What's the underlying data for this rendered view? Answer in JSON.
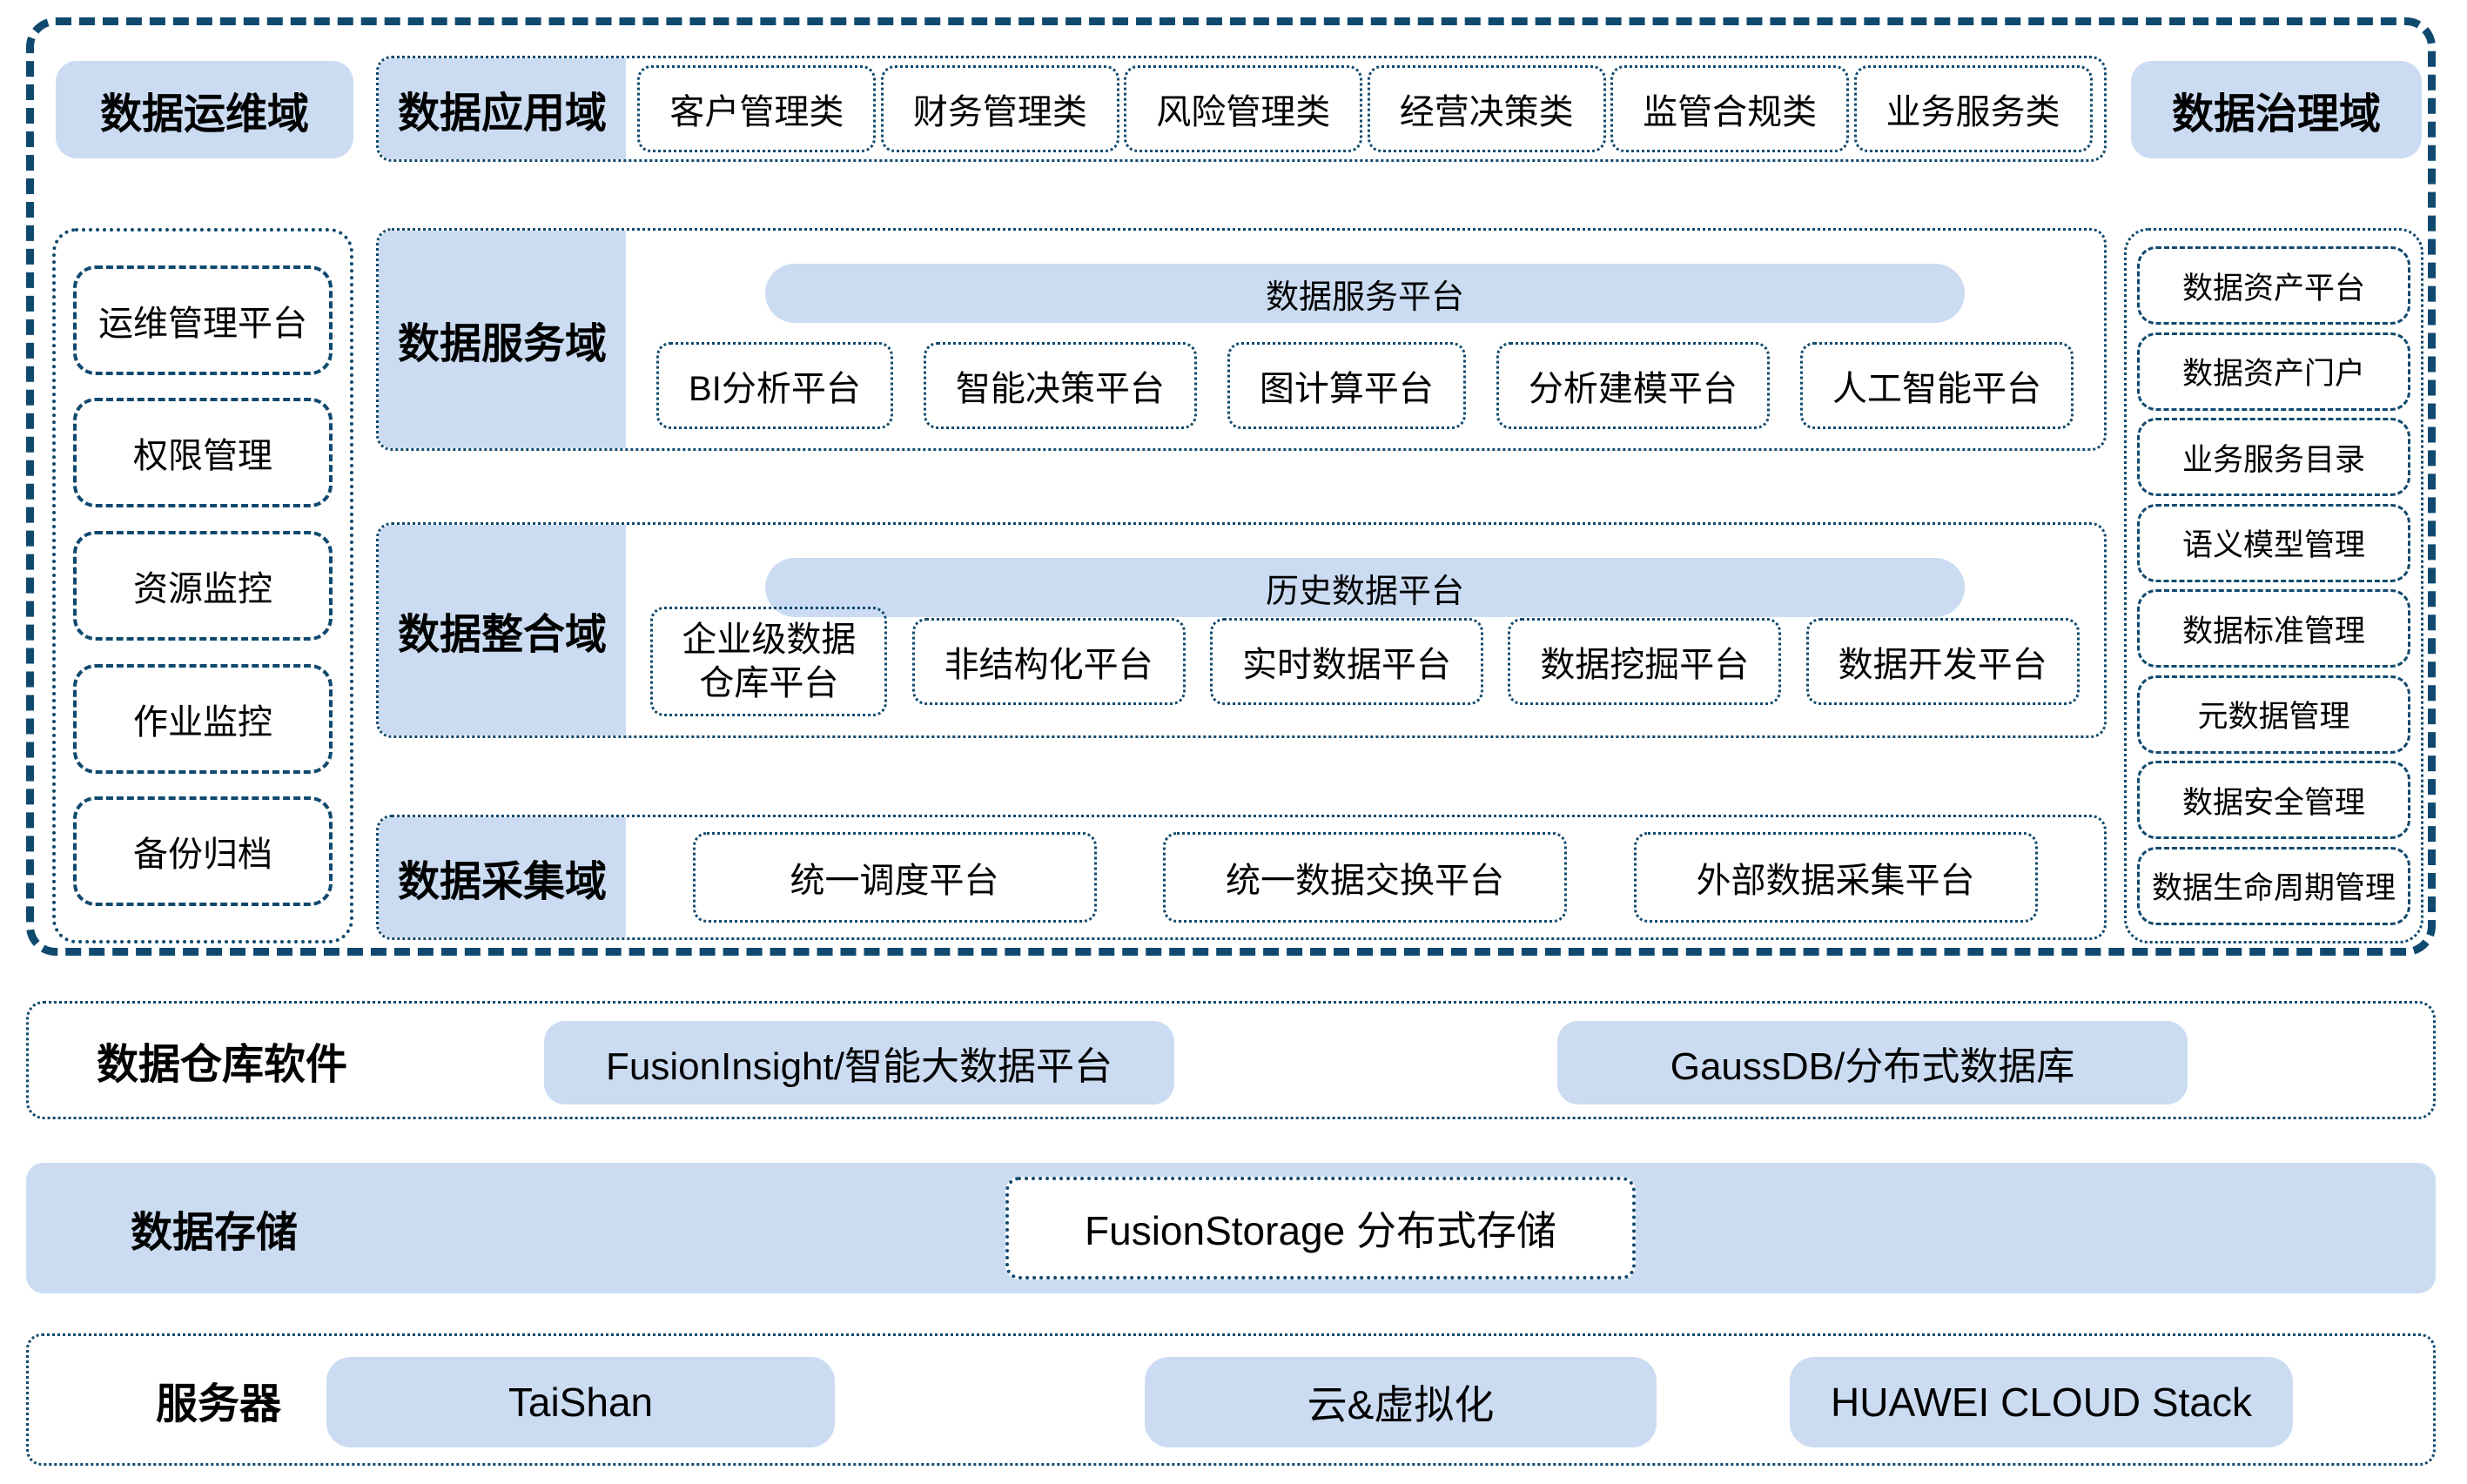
{
  "palette": {
    "fill_blue": "#CBDCF2",
    "border_navy": "#10496E",
    "text": "#000000"
  },
  "top_row": {
    "ops_domain_label": "数据运维域",
    "app_domain_label": "数据应用域",
    "app_chips": [
      "客户管理类",
      "财务管理类",
      "风险管理类",
      "经营决策类",
      "监管合规类",
      "业务服务类"
    ],
    "governance_domain_label": "数据治理域"
  },
  "left_column": {
    "items": [
      "运维管理平台",
      "权限管理",
      "资源监控",
      "作业监控",
      "备份归档"
    ]
  },
  "right_column": {
    "items": [
      "数据资产平台",
      "数据资产门户",
      "业务服务目录",
      "语义模型管理",
      "数据标准管理",
      "元数据管理",
      "数据安全管理",
      "数据生命周期管理"
    ]
  },
  "sections": {
    "services": {
      "label": "数据服务域",
      "banner": "数据服务平台",
      "chips": [
        "BI分析平台",
        "智能决策平台",
        "图计算平台",
        "分析建模平台",
        "人工智能平台"
      ]
    },
    "integration": {
      "label": "数据整合域",
      "banner": "历史数据平台",
      "chips": [
        "企业级数据仓库平台",
        "非结构化平台",
        "实时数据平台",
        "数据挖掘平台",
        "数据开发平台"
      ]
    },
    "collection": {
      "label": "数据采集域",
      "chips": [
        "统一调度平台",
        "统一数据交换平台",
        "外部数据采集平台"
      ]
    }
  },
  "bottom_rows": {
    "warehouse": {
      "label": "数据仓库软件",
      "pills": [
        "FusionInsight/智能大数据平台",
        "GaussDB/分布式数据库"
      ]
    },
    "storage": {
      "label": "数据存储",
      "pill": "FusionStorage 分布式存储"
    },
    "server": {
      "label": "服务器",
      "pills": [
        "TaiShan",
        "云&虚拟化",
        "HUAWEI CLOUD Stack"
      ]
    }
  }
}
